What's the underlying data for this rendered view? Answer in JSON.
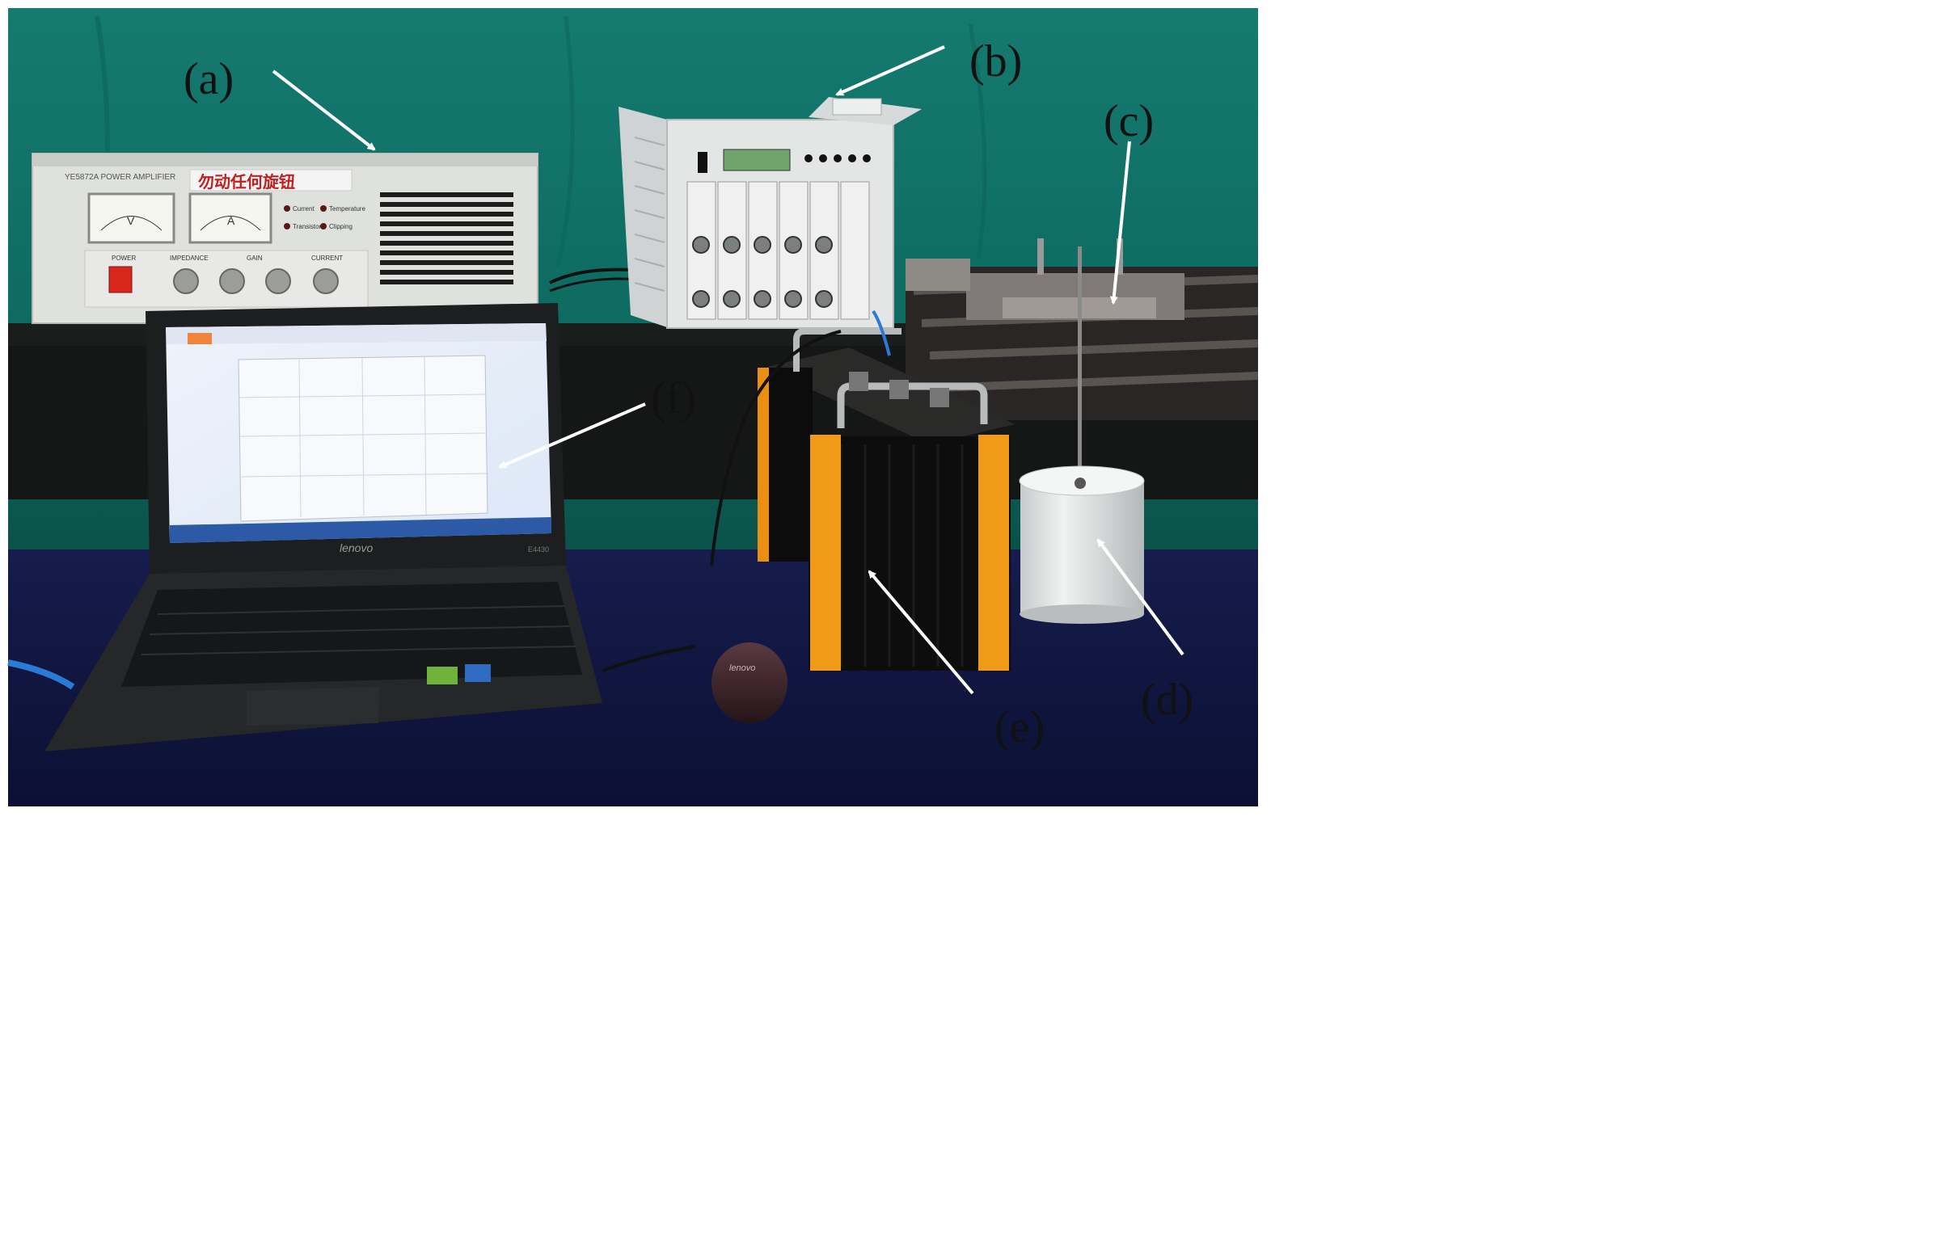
{
  "figure": {
    "labels": {
      "a": "(a)",
      "b": "(b)",
      "c": "(c)",
      "d": "(d)",
      "e": "(e)",
      "f": "(f)"
    },
    "amplifier": {
      "model_plate": "YE5872A POWER AMPLIFIER",
      "handwritten_note": "勿动任何旋钮",
      "meter_left_unit": "V",
      "meter_right_unit": "A",
      "indicators": [
        "Current",
        "Temperature",
        "Transistor",
        "Clipping"
      ],
      "power_label": "POWER",
      "knob_labels": [
        "IMPEDANCE",
        "GAIN",
        "CURRENT"
      ]
    },
    "laptop": {
      "brand": "lenovo",
      "model": "E4430"
    },
    "mouse": {
      "brand": "lenovo"
    }
  },
  "colors": {
    "backdrop": "#10766b",
    "table_cloth": "#0f1540",
    "orange_rails": "#f09a1a"
  }
}
